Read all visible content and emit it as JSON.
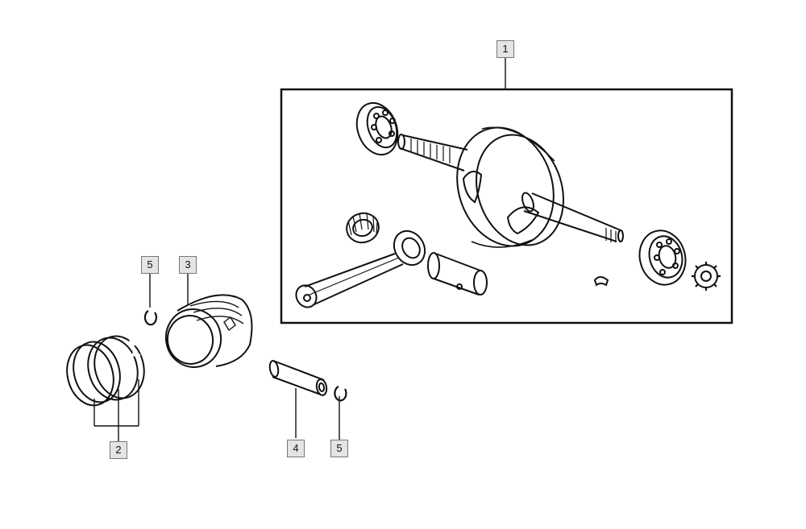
{
  "callouts": {
    "crankshaft_assembly": "1",
    "piston_rings": "2",
    "piston": "3",
    "piston_pin": "4",
    "circlip_left": "5",
    "circlip_right": "5"
  },
  "parts": [
    {
      "ref": "1",
      "icon": "crankshaft-assembly-icon"
    },
    {
      "ref": "2",
      "icon": "piston-rings-icon"
    },
    {
      "ref": "3",
      "icon": "piston-icon"
    },
    {
      "ref": "4",
      "icon": "piston-pin-icon"
    },
    {
      "ref": "5",
      "icon": "circlip-icon"
    }
  ],
  "colors": {
    "line": "#111111",
    "callout_bg": "#e4e4e4",
    "callout_border": "#777777"
  }
}
